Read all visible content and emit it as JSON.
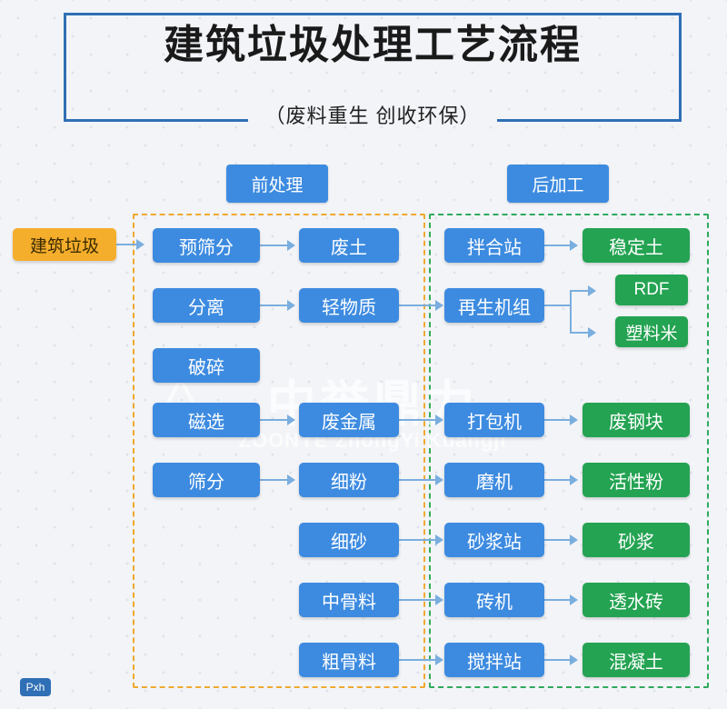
{
  "header": {
    "title": "建筑垃圾处理工艺流程",
    "subtitle": "（废料重生  创收环保）"
  },
  "groups": {
    "pre": "前处理",
    "post": "后加工"
  },
  "input": {
    "label": "建筑垃圾"
  },
  "columns": {
    "stage1": [
      {
        "label": "预筛分"
      },
      {
        "label": "分离"
      },
      {
        "label": "破碎"
      },
      {
        "label": "磁选"
      },
      {
        "label": "筛分"
      }
    ],
    "stage2": [
      {
        "label": "废土"
      },
      {
        "label": "轻物质"
      },
      {
        "label": "废金属"
      },
      {
        "label": "细粉"
      },
      {
        "label": "细砂"
      },
      {
        "label": "中骨料"
      },
      {
        "label": "粗骨料"
      }
    ],
    "stage3": [
      {
        "label": "拌合站"
      },
      {
        "label": "再生机组"
      },
      {
        "label": "打包机"
      },
      {
        "label": "磨机"
      },
      {
        "label": "砂浆站"
      },
      {
        "label": "砖机"
      },
      {
        "label": "搅拌站"
      }
    ],
    "stage4": [
      {
        "label": "稳定土"
      },
      {
        "label": "RDF"
      },
      {
        "label": "塑料米"
      },
      {
        "label": "废钢块"
      },
      {
        "label": "活性粉"
      },
      {
        "label": "砂浆"
      },
      {
        "label": "透水砖"
      },
      {
        "label": "混凝土"
      }
    ]
  },
  "watermark": {
    "main": "中誉鼎力",
    "sub": "ZOONYE  ZhongYi Kuangji"
  },
  "footer": {
    "badge": "Pxh"
  },
  "colors": {
    "blue": "#3d8be0",
    "green": "#24a352",
    "orange": "#f5ae2c",
    "rule": "#2f6fb5",
    "dash_pre": "#f0a92e",
    "dash_post": "#2faa5d"
  }
}
